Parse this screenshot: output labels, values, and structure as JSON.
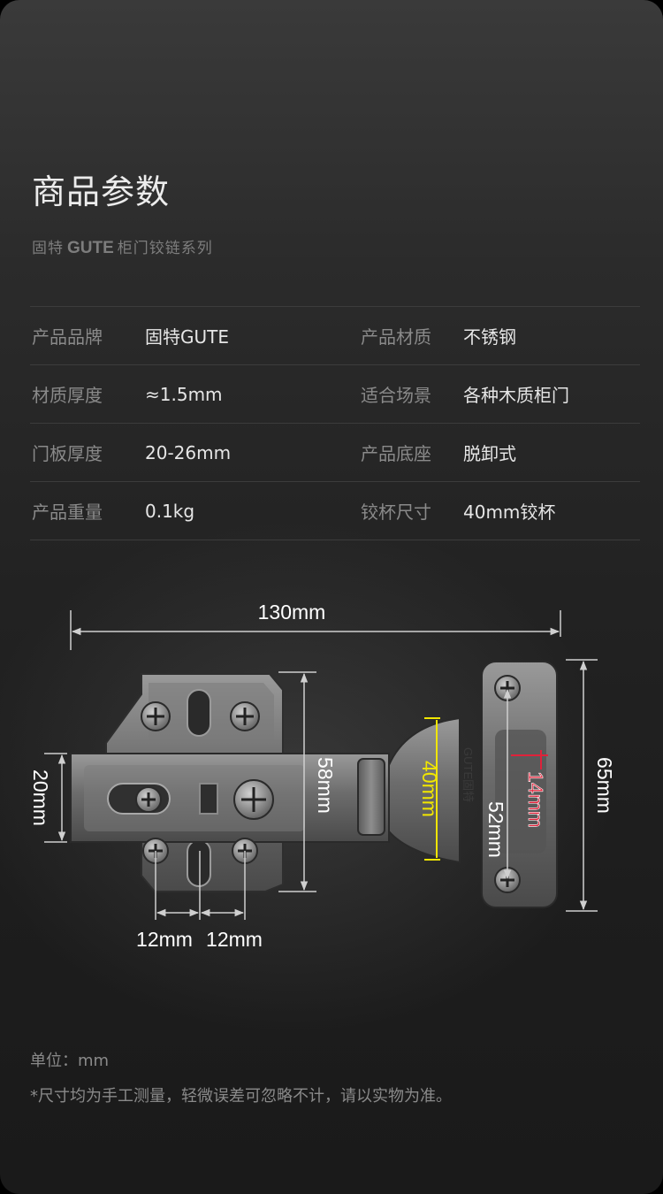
{
  "header": {
    "title": "商品参数",
    "series_prefix": "固特",
    "series_logo": "GUTE",
    "series_suffix": "柜门铰链系列"
  },
  "params": [
    {
      "k1": "产品品牌",
      "v1": "固特GUTE",
      "k2": "产品材质",
      "v2": "不锈钢"
    },
    {
      "k1": "材质厚度",
      "v1": "≈1.5mm",
      "k2": "适合场景",
      "v2": "各种木质柜门"
    },
    {
      "k1": "门板厚度",
      "v1": "20-26mm",
      "k2": "产品底座",
      "v2": "脱卸式"
    },
    {
      "k1": "产品重量",
      "v1": "0.1kg",
      "k2": "铰杯尺寸",
      "v2": "40mm铰杯"
    }
  ],
  "diagram": {
    "length": "130mm",
    "height_left": "20mm",
    "height_arm": "58mm",
    "cup_diameter": "40mm",
    "hole_spacing": "52mm",
    "cup_depth": "14mm",
    "plate_height": "65mm",
    "spacing_a": "12mm",
    "spacing_b": "12mm",
    "cup_stamp": "GUTE固特",
    "colors": {
      "cup": "#f1e600",
      "depth": "#e0223a",
      "lines": "#cfcfcf"
    }
  },
  "notes": {
    "unit": "单位：mm",
    "disclaimer": "*尺寸均为手工测量，轻微误差可忽略不计，请以实物为准。"
  }
}
